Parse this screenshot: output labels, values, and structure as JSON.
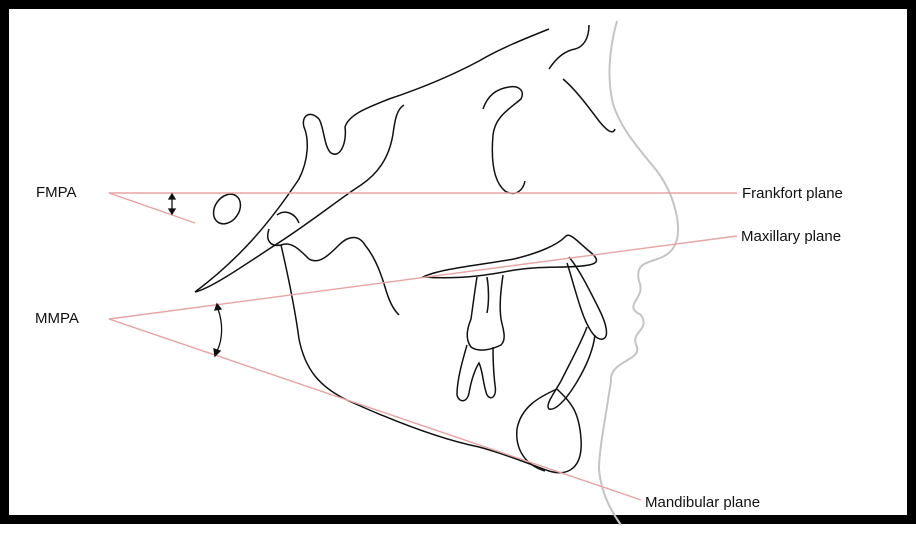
{
  "labels": {
    "fmpa": "FMPA",
    "mmpa": "MMPA",
    "frankfort_plane": "Frankfort plane",
    "maxillary_plane": "Maxillary plane",
    "mandibular_plane": "Mandibular plane"
  },
  "colors": {
    "plane_line": "#e8a3a3",
    "skull_outline": "#111111",
    "soft_tissue": "#c4c4c4",
    "border": "#000000"
  }
}
